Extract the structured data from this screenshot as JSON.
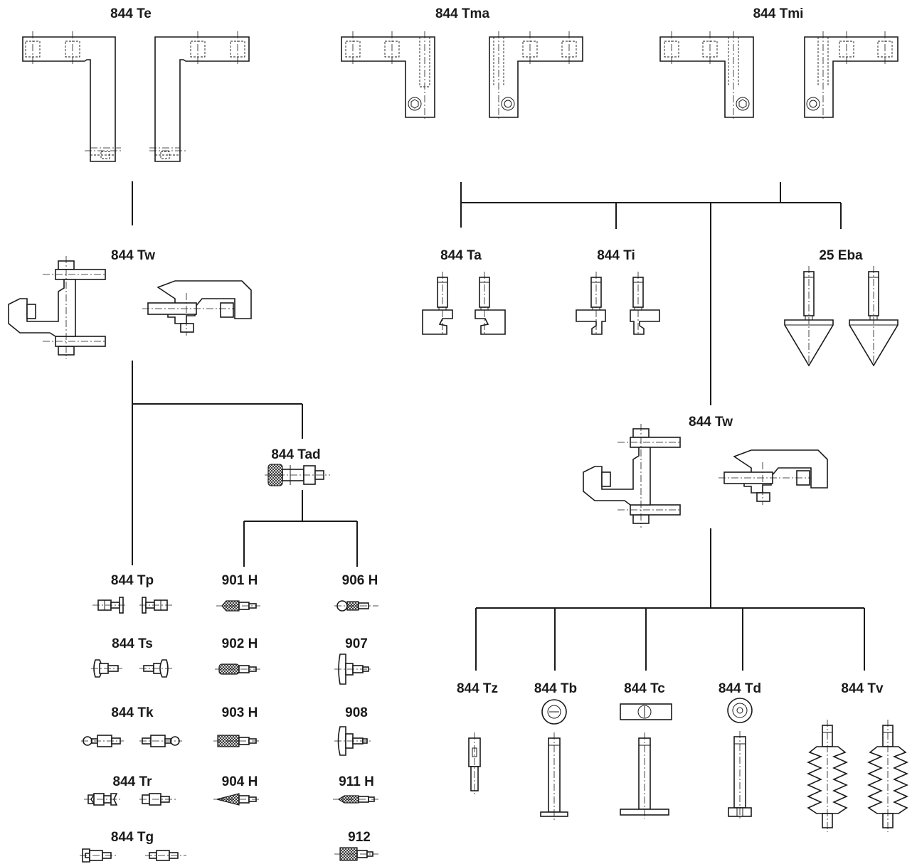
{
  "labels": {
    "te": "844 Te",
    "tma": "844 Tma",
    "tmi": "844 Tmi",
    "tw_left": "844 Tw",
    "ta": "844 Ta",
    "ti": "844 Ti",
    "eba": "25 Eba",
    "tw_right": "844 Tw",
    "tad": "844 Tad",
    "tp": "844 Tp",
    "ts": "844 Ts",
    "tk": "844 Tk",
    "tr": "844 Tr",
    "tg": "844 Tg",
    "h901": "901 H",
    "h902": "902 H",
    "h903": "903 H",
    "h904": "904 H",
    "h906": "906 H",
    "p907": "907",
    "p908": "908",
    "h911": "911 H",
    "p912": "912",
    "tz": "844 Tz",
    "tb": "844 Tb",
    "tc": "844 Tc",
    "td": "844 Td",
    "tv": "844 Tv"
  },
  "colors": {
    "ink": "#1a1a1a",
    "paper": "#ffffff"
  }
}
